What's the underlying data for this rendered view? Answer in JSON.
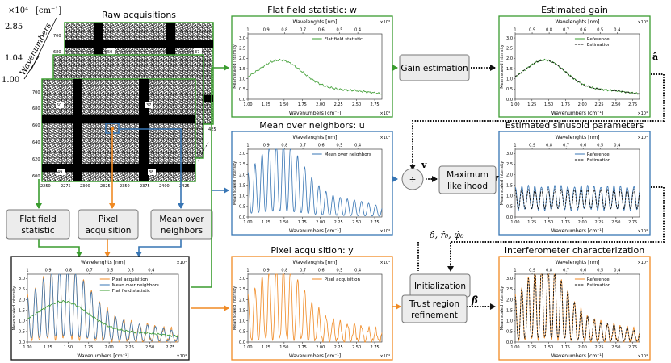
{
  "colors": {
    "green": "#3a9c2f",
    "blue": "#3775b4",
    "orange": "#f08a24",
    "black": "#111111",
    "dashed": "#111111",
    "box_fill": "#ececec",
    "box_stroke": "#777777"
  },
  "acquisitions": {
    "title": "Raw acquisitions",
    "axis_label": "Wavenumbers",
    "scale_label": "×10⁴",
    "unit_label": "[cm⁻¹]",
    "wn_labels": [
      "2.85",
      "1.04",
      "1.00"
    ],
    "back_label_left": "50",
    "back_label_right": "37",
    "front_labels": [
      "50",
      "37",
      "49",
      "38"
    ],
    "y_ticks": [
      "700",
      "680",
      "660",
      "640",
      "620",
      "600"
    ],
    "back_y_ticks": [
      "700",
      "680"
    ],
    "x_ticks": [
      "2250",
      "2275",
      "2300",
      "2325",
      "2350",
      "2375",
      "2400",
      "2425"
    ],
    "back_x_tick": "425"
  },
  "process_boxes": {
    "flat_field": [
      "Flat field",
      "statistic"
    ],
    "pixel_acq": [
      "Pixel",
      "acquisition"
    ],
    "mean_neighbors": [
      "Mean over",
      "neighbors"
    ],
    "gain_estimation": [
      "Gain estimation"
    ],
    "max_likelihood": [
      "Maximum",
      "likelihood"
    ],
    "initialization": [
      "Initialization"
    ],
    "trust_region": [
      "Trust region",
      "refinement"
    ],
    "divide_symbol": "÷"
  },
  "symbols": {
    "a_hat": "â",
    "v": "v",
    "beta": "β̂",
    "params": "δ̂, r̂₀, φ̂₀"
  },
  "chart_data": [
    {
      "id": "combined",
      "type": "line",
      "title": "",
      "xlabel": "Wavenumbers [cm⁻¹]",
      "ylabel": "Mean scaled intensity",
      "x_top_label": "Wavelenghts [nm]",
      "x_scale_label": "×10⁴",
      "top_scale_label": "×10³",
      "xlim": [
        1.0,
        2.85
      ],
      "ylim": [
        0.0,
        3.2
      ],
      "x_ticks": [
        "1.00",
        "1.25",
        "1.50",
        "1.75",
        "2.00",
        "2.25",
        "2.50",
        "2.75"
      ],
      "x_tick_values": [
        1.0,
        1.25,
        1.5,
        1.75,
        2.0,
        2.25,
        2.5,
        2.75
      ],
      "y_ticks": [
        "0.0",
        "0.5",
        "1.0",
        "1.5",
        "2.0",
        "2.5",
        "3.0"
      ],
      "y_tick_values": [
        0.0,
        0.5,
        1.0,
        1.5,
        2.0,
        2.5,
        3.0
      ],
      "top_ticks": [
        "1",
        "0.9",
        "0.8",
        "0.7",
        "0.6",
        "0.5",
        "0.4"
      ],
      "top_tick_values": [
        1.0,
        1.111,
        1.25,
        1.429,
        1.667,
        2.0,
        2.5
      ],
      "legend": "top-right",
      "frame_color": "#111111",
      "series": [
        {
          "name": "Pixel acquisition",
          "color": "#f08a24",
          "kind": "pixel",
          "dash": false
        },
        {
          "name": "Mean over neighbors",
          "color": "#3775b4",
          "kind": "neighbors",
          "dash": false
        },
        {
          "name": "Flat field statistic",
          "color": "#3a9c2f",
          "kind": "flat",
          "dash": false
        }
      ]
    },
    {
      "id": "flat",
      "type": "line",
      "title": "Flat field statistic: w",
      "xlabel": "Wavenumbers [cm⁻¹]",
      "ylabel": "Mean scaled intensity",
      "x_top_label": "Wavelenghts [nm]",
      "x_scale_label": "×10⁴",
      "top_scale_label": "×10³",
      "xlim": [
        1.0,
        2.85
      ],
      "ylim": [
        0.0,
        3.2
      ],
      "x_ticks": [
        "1.00",
        "1.25",
        "1.50",
        "1.75",
        "2.00",
        "2.25",
        "2.50",
        "2.75"
      ],
      "x_tick_values": [
        1.0,
        1.25,
        1.5,
        1.75,
        2.0,
        2.25,
        2.5,
        2.75
      ],
      "y_ticks": [
        "0.0",
        "0.5",
        "1.0",
        "1.5",
        "2.0",
        "2.5",
        "3.0"
      ],
      "y_tick_values": [
        0.0,
        0.5,
        1.0,
        1.5,
        2.0,
        2.5,
        3.0
      ],
      "top_ticks": [
        "1",
        "0.9",
        "0.8",
        "0.7",
        "0.6",
        "0.5",
        "0.4"
      ],
      "top_tick_values": [
        1.0,
        1.111,
        1.25,
        1.429,
        1.667,
        2.0,
        2.5
      ],
      "legend": "top-right",
      "frame_color": "#3a9c2f",
      "series": [
        {
          "name": "Flat field statistic",
          "color": "#3a9c2f",
          "kind": "flat",
          "dash": false
        }
      ]
    },
    {
      "id": "neighbors",
      "type": "line",
      "title": "Mean over neighbors: u",
      "xlabel": "Wavenumbers [cm⁻¹]",
      "ylabel": "Mean scaled intensity",
      "x_top_label": "Wavelenghts [nm]",
      "x_scale_label": "×10⁴",
      "top_scale_label": "×10³",
      "xlim": [
        1.0,
        2.85
      ],
      "ylim": [
        0.0,
        3.2
      ],
      "x_ticks": [
        "1.00",
        "1.25",
        "1.50",
        "1.75",
        "2.00",
        "2.25",
        "2.50",
        "2.75"
      ],
      "x_tick_values": [
        1.0,
        1.25,
        1.5,
        1.75,
        2.0,
        2.25,
        2.5,
        2.75
      ],
      "y_ticks": [
        "0.0",
        "0.5",
        "1.0",
        "1.5",
        "2.0",
        "2.5",
        "3.0"
      ],
      "y_tick_values": [
        0.0,
        0.5,
        1.0,
        1.5,
        2.0,
        2.5,
        3.0
      ],
      "top_ticks": [
        "1",
        "0.9",
        "0.8",
        "0.7",
        "0.6",
        "0.5",
        "0.4"
      ],
      "top_tick_values": [
        1.0,
        1.111,
        1.25,
        1.429,
        1.667,
        2.0,
        2.5
      ],
      "legend": "top-right",
      "frame_color": "#3775b4",
      "series": [
        {
          "name": "Mean over neighbors",
          "color": "#3775b4",
          "kind": "neighbors",
          "dash": false
        }
      ]
    },
    {
      "id": "pixel",
      "type": "line",
      "title": "Pixel acquisition: y",
      "xlabel": "Wavenumbers [cm⁻¹]",
      "ylabel": "Mean scaled intensity",
      "x_top_label": "Wavelenghts [nm]",
      "x_scale_label": "×10⁴",
      "top_scale_label": "×10³",
      "xlim": [
        1.0,
        2.85
      ],
      "ylim": [
        0.0,
        3.2
      ],
      "x_ticks": [
        "1.00",
        "1.25",
        "1.50",
        "1.75",
        "2.00",
        "2.25",
        "2.50",
        "2.75"
      ],
      "x_tick_values": [
        1.0,
        1.25,
        1.5,
        1.75,
        2.0,
        2.25,
        2.5,
        2.75
      ],
      "y_ticks": [
        "0.0",
        "0.5",
        "1.0",
        "1.5",
        "2.0",
        "2.5",
        "3.0"
      ],
      "y_tick_values": [
        0.0,
        0.5,
        1.0,
        1.5,
        2.0,
        2.5,
        3.0
      ],
      "top_ticks": [
        "1",
        "0.9",
        "0.8",
        "0.7",
        "0.6",
        "0.5",
        "0.4"
      ],
      "top_tick_values": [
        1.0,
        1.111,
        1.25,
        1.429,
        1.667,
        2.0,
        2.5
      ],
      "legend": "top-right",
      "frame_color": "#f08a24",
      "series": [
        {
          "name": "Pixel acquisition",
          "color": "#f08a24",
          "kind": "pixel",
          "dash": false
        }
      ]
    },
    {
      "id": "gain",
      "type": "line",
      "title": "Estimated gain",
      "xlabel": "Wavenumbers [cm⁻¹]",
      "ylabel": "Mean scaled intensity",
      "x_top_label": "Wavelenghts [nm]",
      "x_scale_label": "×10⁴",
      "top_scale_label": "×10³",
      "xlim": [
        1.0,
        2.85
      ],
      "ylim": [
        0.0,
        3.2
      ],
      "x_ticks": [
        "1.00",
        "1.25",
        "1.50",
        "1.75",
        "2.00",
        "2.25",
        "2.50",
        "2.75"
      ],
      "x_tick_values": [
        1.0,
        1.25,
        1.5,
        1.75,
        2.0,
        2.25,
        2.5,
        2.75
      ],
      "y_ticks": [
        "0.0",
        "0.5",
        "1.0",
        "1.5",
        "2.0",
        "2.5",
        "3.0"
      ],
      "y_tick_values": [
        0.0,
        0.5,
        1.0,
        1.5,
        2.0,
        2.5,
        3.0
      ],
      "top_ticks": [
        "1",
        "0.9",
        "0.8",
        "0.7",
        "0.6",
        "0.5",
        "0.4"
      ],
      "top_tick_values": [
        1.0,
        1.111,
        1.25,
        1.429,
        1.667,
        2.0,
        2.5
      ],
      "legend": "top-right",
      "frame_color": "#3a9c2f",
      "series": [
        {
          "name": "Reference",
          "color": "#3a9c2f",
          "kind": "flat",
          "dash": false
        },
        {
          "name": "Estimation",
          "color": "#111111",
          "kind": "flat_smooth",
          "dash": true
        }
      ]
    },
    {
      "id": "sinusoid",
      "type": "line",
      "title": "Estimated sinusoid parameters",
      "xlabel": "Wavenumbers [cm⁻¹]",
      "ylabel": "Mean scaled intensity",
      "x_top_label": "Wavelenghts [nm]",
      "x_scale_label": "×10⁴",
      "top_scale_label": "×10³",
      "xlim": [
        1.0,
        2.85
      ],
      "ylim": [
        0.0,
        3.2
      ],
      "x_ticks": [
        "1.00",
        "1.25",
        "1.50",
        "1.75",
        "2.00",
        "2.25",
        "2.50",
        "2.75"
      ],
      "x_tick_values": [
        1.0,
        1.25,
        1.5,
        1.75,
        2.0,
        2.25,
        2.5,
        2.75
      ],
      "y_ticks": [
        "0.0",
        "0.5",
        "1.0",
        "1.5",
        "2.0",
        "2.5",
        "3.0"
      ],
      "y_tick_values": [
        0.0,
        0.5,
        1.0,
        1.5,
        2.0,
        2.5,
        3.0
      ],
      "top_ticks": [
        "1",
        "0.9",
        "0.8",
        "0.7",
        "0.6",
        "0.5",
        "0.4"
      ],
      "top_tick_values": [
        1.0,
        1.111,
        1.25,
        1.429,
        1.667,
        2.0,
        2.5
      ],
      "legend": "top-right",
      "frame_color": "#3775b4",
      "series": [
        {
          "name": "Reference",
          "color": "#3775b4",
          "kind": "sinus",
          "dash": false
        },
        {
          "name": "Estimation",
          "color": "#111111",
          "kind": "sinus_fit",
          "dash": true
        }
      ]
    },
    {
      "id": "interf",
      "type": "line",
      "title": "Interferometer characterization",
      "xlabel": "Wavenumbers [cm⁻¹]",
      "ylabel": "Mean scaled intensity",
      "x_top_label": "Wavelenghts [nm]",
      "x_scale_label": "×10⁴",
      "top_scale_label": "×10³",
      "xlim": [
        1.0,
        2.85
      ],
      "ylim": [
        0.0,
        3.2
      ],
      "x_ticks": [
        "1.00",
        "1.25",
        "1.50",
        "1.75",
        "2.00",
        "2.25",
        "2.50",
        "2.75"
      ],
      "x_tick_values": [
        1.0,
        1.25,
        1.5,
        1.75,
        2.0,
        2.25,
        2.5,
        2.75
      ],
      "y_ticks": [
        "0.0",
        "0.5",
        "1.0",
        "1.5",
        "2.0",
        "2.5",
        "3.0"
      ],
      "y_tick_values": [
        0.0,
        0.5,
        1.0,
        1.5,
        2.0,
        2.5,
        3.0
      ],
      "top_ticks": [
        "1",
        "0.9",
        "0.8",
        "0.7",
        "0.6",
        "0.5",
        "0.4"
      ],
      "top_tick_values": [
        1.0,
        1.111,
        1.25,
        1.429,
        1.667,
        2.0,
        2.5
      ],
      "legend": "top-right",
      "frame_color": "#f08a24",
      "series": [
        {
          "name": "Reference",
          "color": "#f08a24",
          "kind": "pixel",
          "dash": false
        },
        {
          "name": "Estimation",
          "color": "#111111",
          "kind": "pixel_fit",
          "dash": true
        }
      ]
    }
  ]
}
